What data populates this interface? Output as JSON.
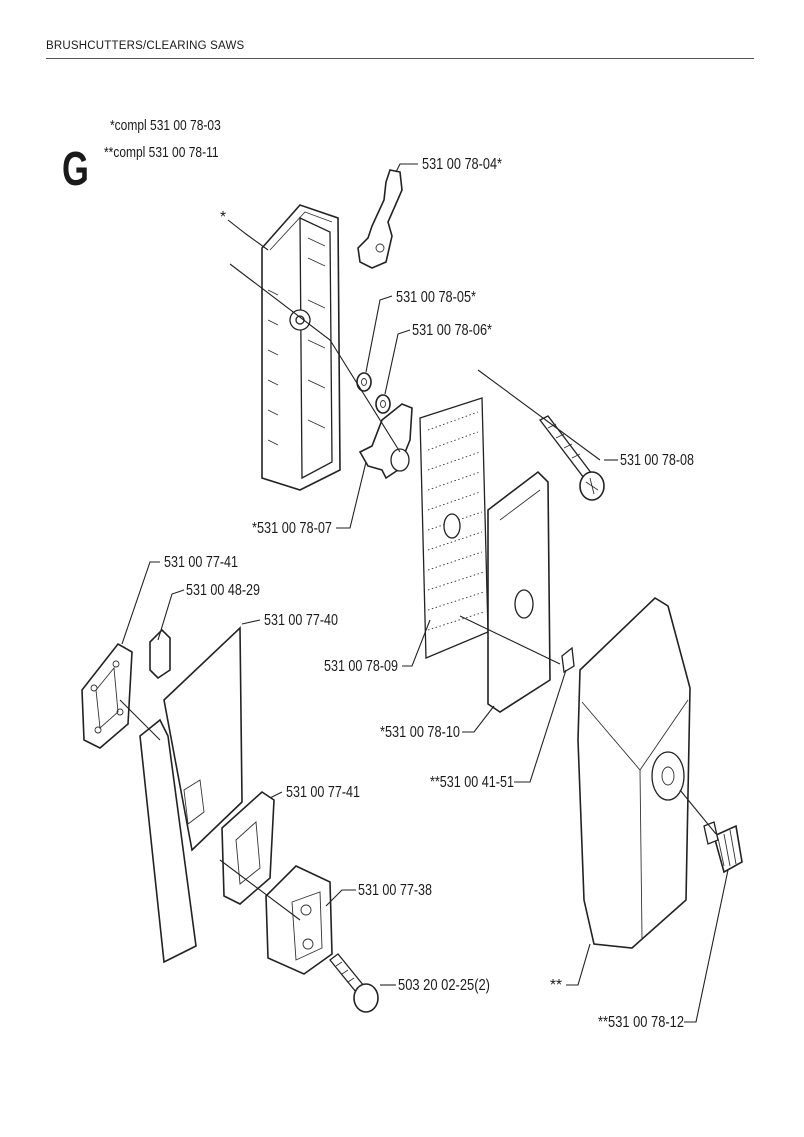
{
  "header": {
    "title": "BRUSHCUTTERS/CLEARING SAWS"
  },
  "section": {
    "letter": "G"
  },
  "kits": [
    {
      "text": "*compl 531 00 78-03"
    },
    {
      "text": "**compl 531 00 78-11"
    }
  ],
  "parts": [
    {
      "label": "531 00 78-04*"
    },
    {
      "label": "*"
    },
    {
      "label": "531 00 78-05*"
    },
    {
      "label": "531 00 78-06*"
    },
    {
      "label": "531 00 78-08"
    },
    {
      "label": "*531 00 78-07"
    },
    {
      "label": "531 00 77-41"
    },
    {
      "label": "531 00 48-29"
    },
    {
      "label": "531 00 77-40"
    },
    {
      "label": "531 00 78-09"
    },
    {
      "label": "*531 00 78-10"
    },
    {
      "label": "**531 00 41-51"
    },
    {
      "label": "531 00 77-41"
    },
    {
      "label": "531 00 77-38"
    },
    {
      "label": "503 20 02-25(2)"
    },
    {
      "label": "**"
    },
    {
      "label": "**531 00 78-12"
    }
  ]
}
